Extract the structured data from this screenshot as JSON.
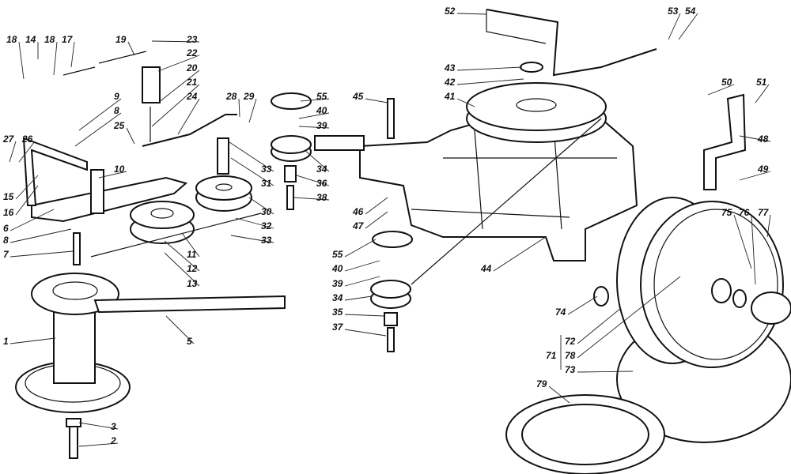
{
  "diagram": {
    "type": "exploded parts diagram",
    "callouts": [
      "18",
      "14",
      "18",
      "17",
      "19",
      "23",
      "22",
      "20",
      "21",
      "24",
      "9",
      "8",
      "25",
      "10",
      "28",
      "29",
      "55",
      "40",
      "39",
      "34",
      "36",
      "38",
      "33",
      "31",
      "30",
      "32",
      "33",
      "27",
      "26",
      "15",
      "16",
      "6",
      "8",
      "7",
      "11",
      "12",
      "13",
      "1",
      "5",
      "3",
      "2",
      "45",
      "46",
      "47",
      "55",
      "40",
      "39",
      "34",
      "35",
      "37",
      "52",
      "53",
      "54",
      "43",
      "42",
      "41",
      "44",
      "50",
      "51",
      "48",
      "49",
      "75",
      "76",
      "77",
      "74",
      "72",
      "71",
      "78",
      "73",
      "79"
    ]
  }
}
